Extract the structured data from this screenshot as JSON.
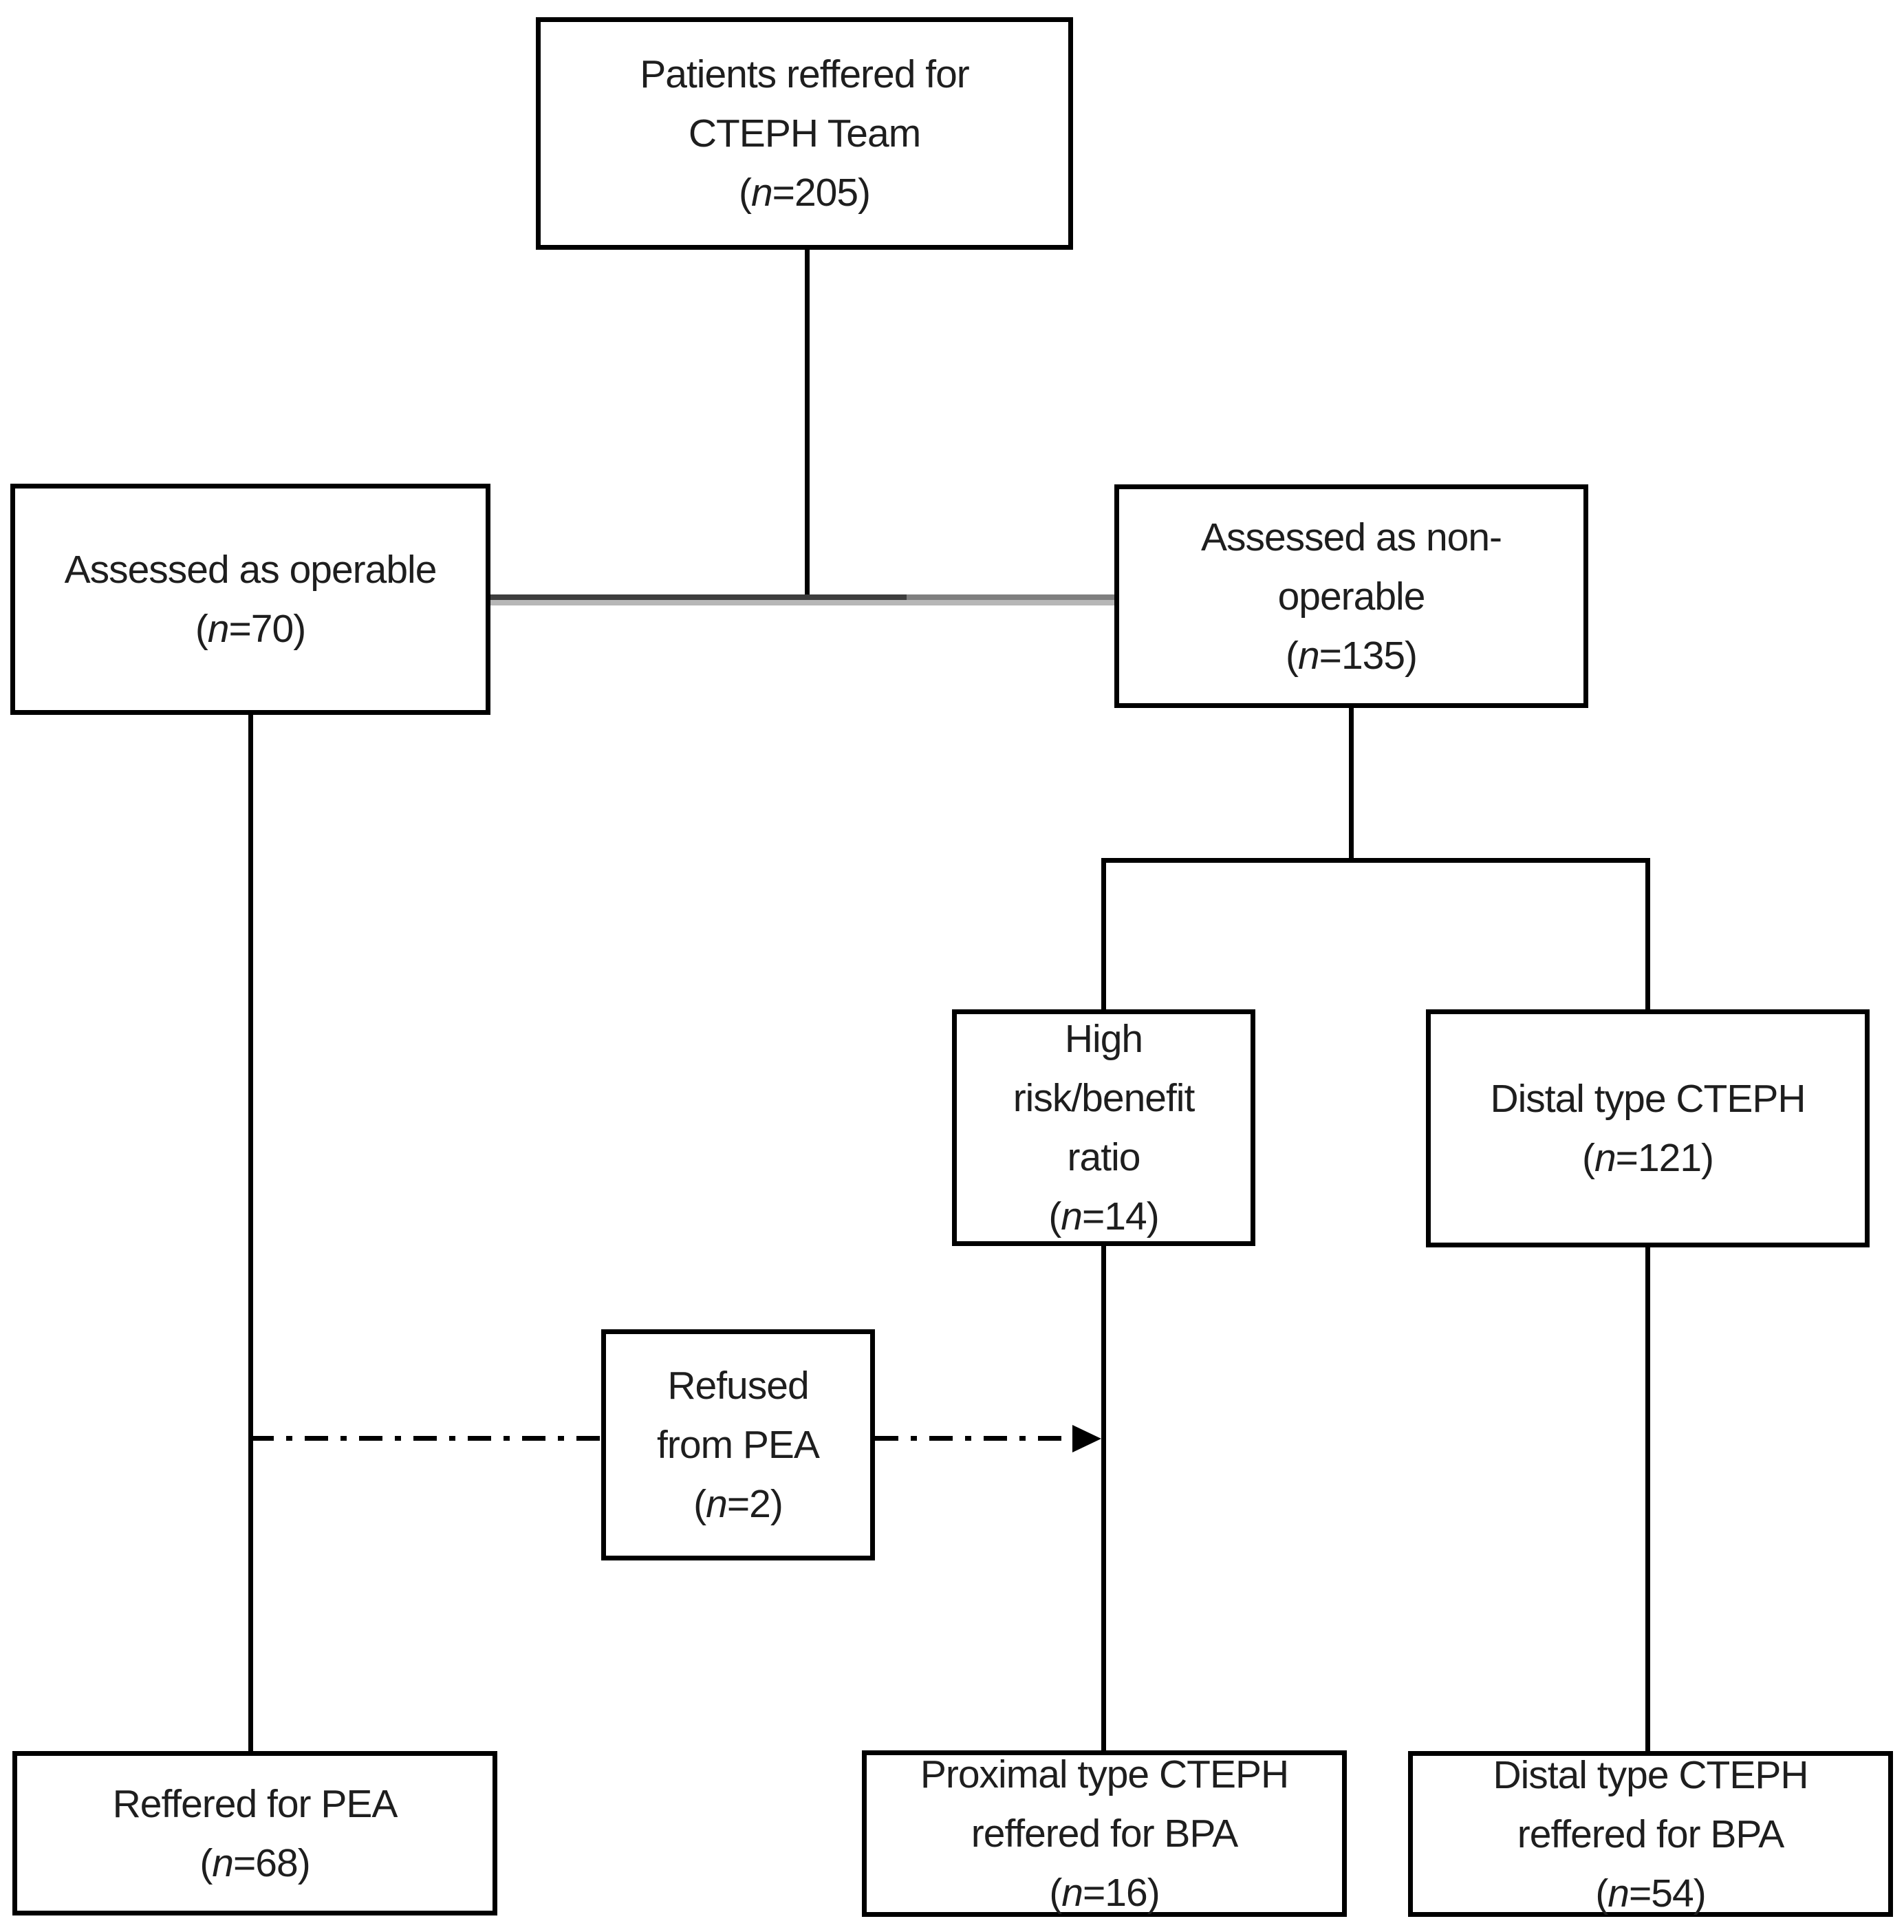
{
  "figure_type": "CTEPH patient referral flow diagram",
  "colors": {
    "background": "#ffffff",
    "box-border": "#000000",
    "text": "#1e1e1e",
    "line": "#000000",
    "connector-dark": "#3d3d3d",
    "connector-gray": "#7f7f7f",
    "connector-light": "#b7b7b7"
  },
  "boxes": {
    "patients": {
      "lines": [
        "Patients reffered for",
        "CTEPH Team"
      ],
      "count": {
        "pre": "(",
        "n": "n",
        "rest": "=205)"
      }
    },
    "operable": {
      "lines": [
        "Assessed as operable"
      ],
      "count": {
        "pre": "(",
        "n": "n",
        "rest": "=70)"
      }
    },
    "nonoperable": {
      "lines": [
        "Assessed as non-",
        "operable"
      ],
      "count": {
        "pre": "(",
        "n": "n",
        "rest": "=135)"
      }
    },
    "highrisk": {
      "lines": [
        "High",
        "risk/benefit",
        "ratio"
      ],
      "count": {
        "pre": "(",
        "n": "n",
        "rest": "=14)"
      }
    },
    "distal": {
      "lines": [
        "Distal type CTEPH"
      ],
      "count": {
        "pre": "(",
        "n": "n",
        "rest": "=121)"
      }
    },
    "refused": {
      "lines": [
        "Refused",
        "from PEA"
      ],
      "count": {
        "pre": "(",
        "n": "n",
        "rest": "=2)"
      }
    },
    "refpea": {
      "lines": [
        "Reffered for PEA"
      ],
      "count": {
        "pre": "(",
        "n": "n",
        "rest": "=68)"
      }
    },
    "proximal": {
      "lines": [
        "Proximal type CTEPH",
        "reffered for BPA"
      ],
      "count": {
        "pre": "(",
        "n": "n",
        "rest": "=16)"
      }
    },
    "distalbpa": {
      "lines": [
        "Distal type CTEPH",
        "reffered for BPA"
      ],
      "count": {
        "pre": "(",
        "n": "n",
        "rest": "=54)"
      }
    }
  }
}
